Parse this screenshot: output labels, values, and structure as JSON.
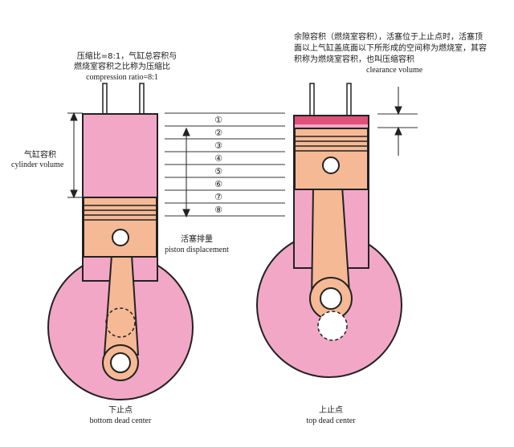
{
  "annotations": {
    "compression_ratio_cn_line1": "压缩比=8:1，气缸总容积与",
    "compression_ratio_cn_line2": "燃烧室容积之比称为压缩比",
    "compression_ratio_en": "compression ratio=8:1",
    "cylinder_volume_cn": "气缸容积",
    "cylinder_volume_en": "cylinder volume",
    "piston_displacement_cn": "活塞排量",
    "piston_displacement_en": "piston displacement",
    "clearance_cn_line1": "余隙容积（燃烧室容积），活塞位于上止点时，活塞顶",
    "clearance_cn_line2": "面以上气缸盖底面以下所形成的空间称为燃烧室，其容",
    "clearance_cn_line3": "积称为燃烧室容积，也叫压缩容积",
    "clearance_en": "clearance volume",
    "bdc_cn": "下止点",
    "bdc_en": "bottom dead center",
    "tdc_cn": "上止点",
    "tdc_en": "top dead center"
  },
  "stroke_segments": [
    "①",
    "②",
    "③",
    "④",
    "⑤",
    "⑥",
    "⑦",
    "⑧"
  ],
  "colors": {
    "cylinder_pink": "#f2a7c6",
    "piston_orange": "#f5b995",
    "outline": "#222222",
    "combustion_red": "#e0507a"
  }
}
